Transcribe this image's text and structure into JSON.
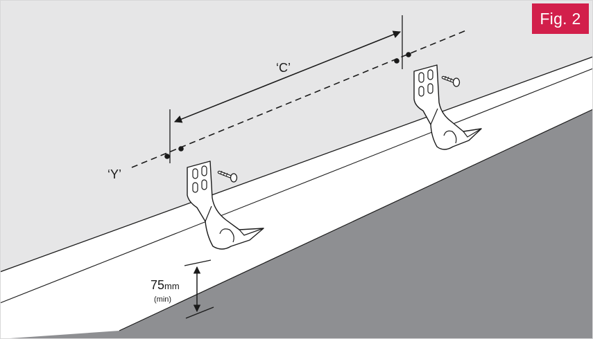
{
  "figure": {
    "label": "Fig. 2"
  },
  "labels": {
    "dimension_c": "‘C’",
    "axis_y": "‘Y’",
    "min_height_value": "75",
    "min_height_unit": "mm",
    "min_height_note": "(min)"
  },
  "colors": {
    "wall": "#e6e6e7",
    "floor": "#8e8f92",
    "skirting": "#ffffff",
    "badge": "#d21f4b",
    "line": "#1a1a1a"
  }
}
